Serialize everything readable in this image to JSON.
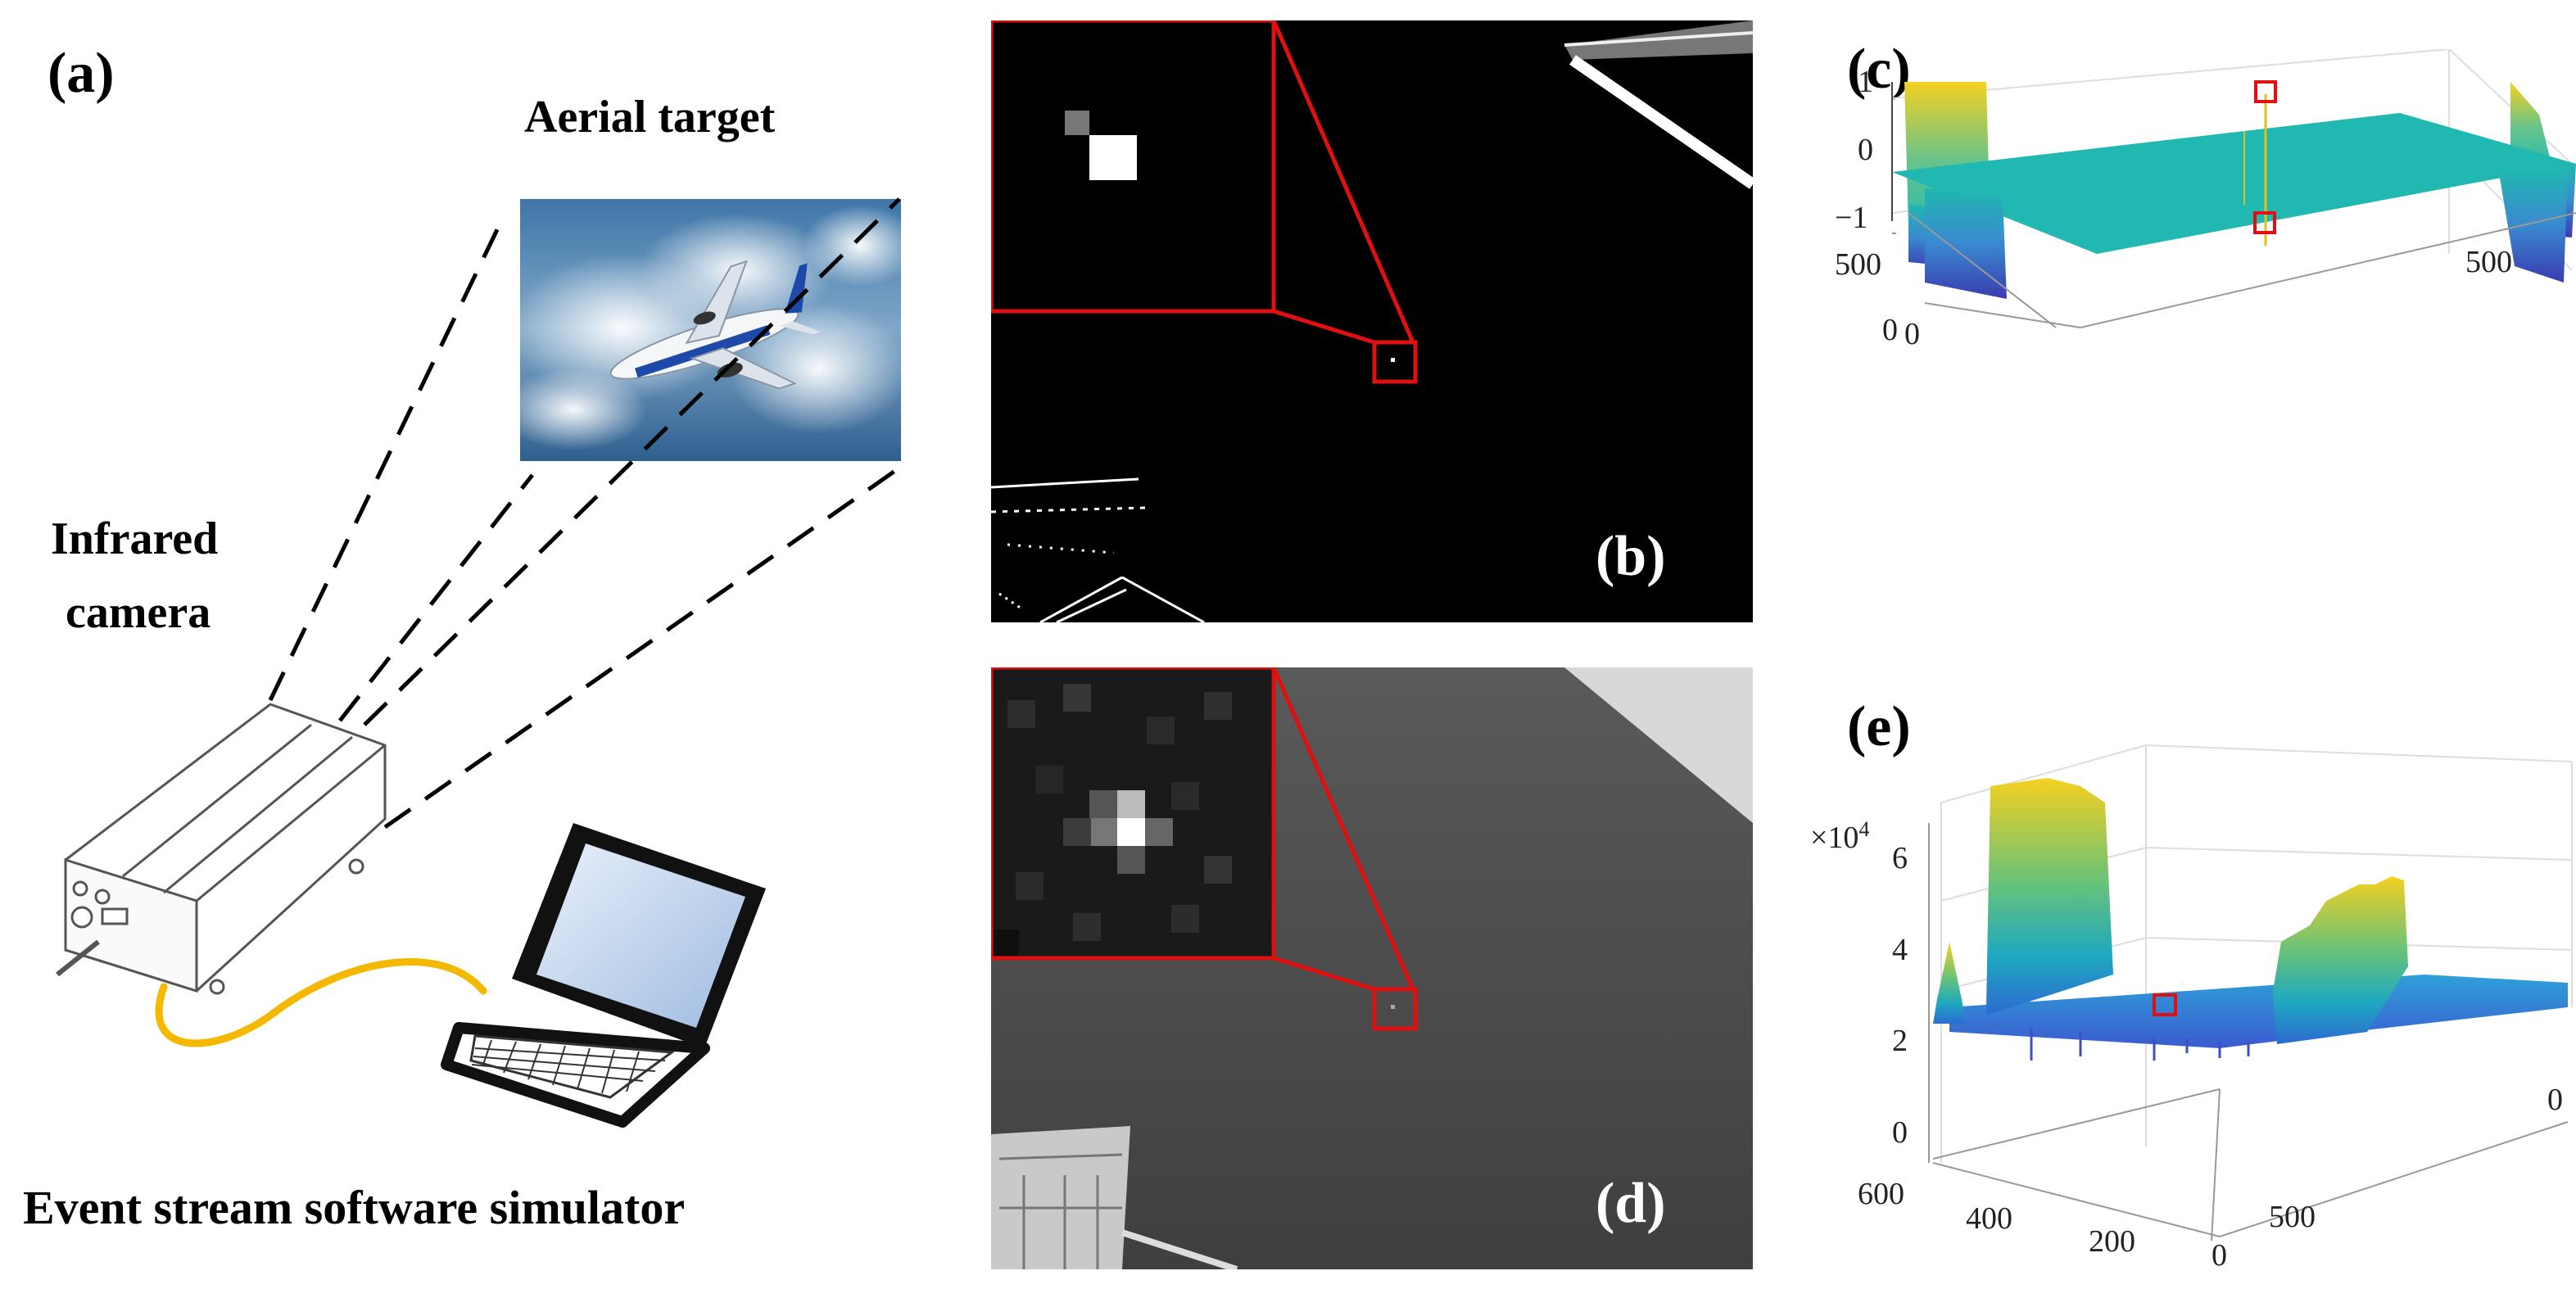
{
  "panel_a": {
    "label": "(a)",
    "aerial_target": "Aerial target",
    "camera_line1": "Infrared",
    "camera_line2": "camera",
    "simulator": "Event stream software simulator"
  },
  "panel_b": {
    "label": "(b)"
  },
  "panel_c": {
    "label": "(c)",
    "z_ticks": [
      "1",
      "0",
      "−1"
    ],
    "left_ticks": [
      "500",
      "0"
    ],
    "right_ticks": [
      "0",
      "500"
    ]
  },
  "panel_d": {
    "label": "(d)"
  },
  "panel_e": {
    "label": "(e)",
    "z_scale": "×10",
    "z_scale_exp": "4",
    "z_ticks": [
      "6",
      "4",
      "2",
      "0"
    ],
    "x_ticks": [
      "600",
      "400",
      "200",
      "0"
    ],
    "y_ticks": [
      "0",
      "500"
    ]
  },
  "colors": {
    "highlight": "#e01010",
    "cable": "#f5b800",
    "surface_flat": "#20b8b0",
    "surface_high": "#f5d020",
    "surface_low": "#3a3ab0"
  }
}
